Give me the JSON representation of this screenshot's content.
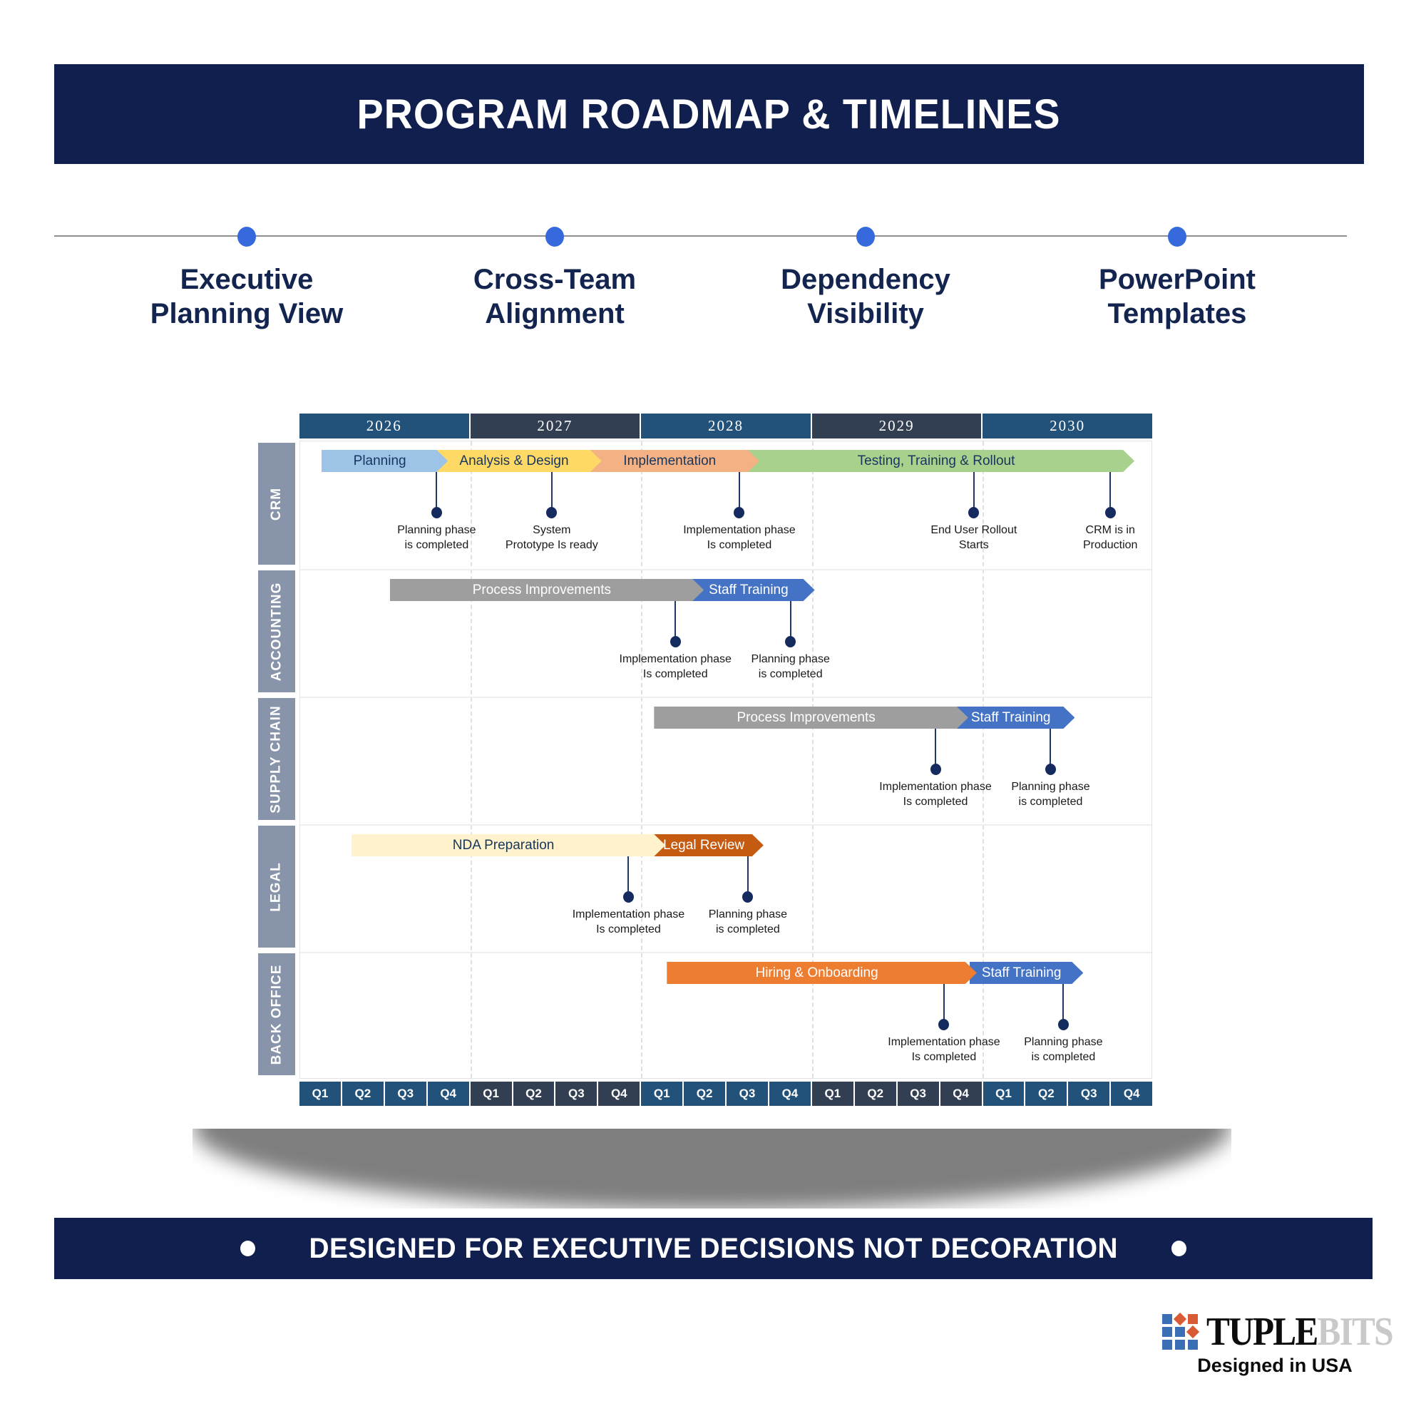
{
  "title": "PROGRAM ROADMAP & TIMELINES",
  "features": [
    {
      "lines": [
        "Executive",
        "Planning View"
      ]
    },
    {
      "lines": [
        "Cross-Team",
        "Alignment"
      ]
    },
    {
      "lines": [
        "Dependency",
        "Visibility"
      ]
    },
    {
      "lines": [
        "PowerPoint",
        "Templates"
      ]
    }
  ],
  "colors": {
    "banner_navy": "#101F4E",
    "feature_dot_blue": "#3569DC",
    "year_steel_blue": "#225179",
    "year_dark_slate": "#323E51",
    "sidebar_gray_blue": "#8794AA",
    "milestone_navy": "#152A5E"
  },
  "chart_data": {
    "type": "gantt",
    "years": [
      "2026",
      "2027",
      "2028",
      "2029",
      "2030"
    ],
    "quarters": [
      "Q1",
      "Q2",
      "Q3",
      "Q4"
    ],
    "time_axis_note": "positions in quarter units, 0 = start of 2026 Q1, 20 = end of 2030 Q4",
    "rows": [
      {
        "group": "CRM",
        "bars": [
          {
            "label": "Planning",
            "start_q": 0.5,
            "end_q": 3.2,
            "fill": "#9DC3E6",
            "text_color": "#17365D"
          },
          {
            "label": "Analysis & Design",
            "start_q": 3.2,
            "end_q": 6.8,
            "fill": "#FFD966",
            "text_color": "#17365D"
          },
          {
            "label": "Implementation",
            "start_q": 6.8,
            "end_q": 10.5,
            "fill": "#F4B183",
            "text_color": "#17365D"
          },
          {
            "label": "Testing, Training & Rollout",
            "start_q": 10.5,
            "end_q": 19.3,
            "fill": "#A9D18E",
            "text_color": "#17365D"
          }
        ],
        "milestones": [
          {
            "q": 3.2,
            "lines": [
              "Planning phase",
              "is completed"
            ]
          },
          {
            "q": 5.9,
            "lines": [
              "System",
              "Prototype Is ready"
            ]
          },
          {
            "q": 10.3,
            "lines": [
              "Implementation phase",
              "Is completed"
            ]
          },
          {
            "q": 15.8,
            "lines": [
              "End User Rollout",
              "Starts"
            ]
          },
          {
            "q": 19.0,
            "lines": [
              "CRM is in",
              "Production"
            ]
          }
        ]
      },
      {
        "group": "ACCOUNTING",
        "bars": [
          {
            "label": "Process Improvements",
            "start_q": 2.1,
            "end_q": 9.2,
            "fill": "#9E9E9E",
            "text_color": "#ffffff"
          },
          {
            "label": "Staff Training",
            "start_q": 9.2,
            "end_q": 11.8,
            "fill": "#4472C4",
            "text_color": "#ffffff"
          }
        ],
        "milestones": [
          {
            "q": 8.8,
            "lines": [
              "Implementation phase",
              "Is completed"
            ]
          },
          {
            "q": 11.5,
            "lines": [
              "Planning phase",
              "is completed"
            ]
          }
        ]
      },
      {
        "group": "SUPPLY CHAIN",
        "bars": [
          {
            "label": "Process Improvements",
            "start_q": 8.3,
            "end_q": 15.4,
            "fill": "#9E9E9E",
            "text_color": "#ffffff"
          },
          {
            "label": "Staff Training",
            "start_q": 15.4,
            "end_q": 17.9,
            "fill": "#4472C4",
            "text_color": "#ffffff"
          }
        ],
        "milestones": [
          {
            "q": 14.9,
            "lines": [
              "Implementation phase",
              "Is completed"
            ]
          },
          {
            "q": 17.6,
            "lines": [
              "Planning phase",
              "is completed"
            ]
          }
        ]
      },
      {
        "group": "LEGAL",
        "bars": [
          {
            "label": "NDA Preparation",
            "start_q": 1.2,
            "end_q": 8.3,
            "fill": "#FFF2CC",
            "text_color": "#17365D"
          },
          {
            "label": "Legal Review",
            "start_q": 8.3,
            "end_q": 10.6,
            "fill": "#C55A11",
            "text_color": "#ffffff"
          }
        ],
        "milestones": [
          {
            "q": 7.7,
            "lines": [
              "Implementation phase",
              "Is completed"
            ]
          },
          {
            "q": 10.5,
            "lines": [
              "Planning phase",
              "is completed"
            ]
          }
        ]
      },
      {
        "group": "BACK OFFICE",
        "bars": [
          {
            "label": "Hiring & Onboarding",
            "start_q": 8.6,
            "end_q": 15.6,
            "fill": "#ED7D31",
            "text_color": "#ffffff"
          },
          {
            "label": "Staff Training",
            "start_q": 15.7,
            "end_q": 18.1,
            "fill": "#4472C4",
            "text_color": "#ffffff"
          }
        ],
        "milestones": [
          {
            "q": 15.1,
            "lines": [
              "Implementation phase",
              "Is completed"
            ]
          },
          {
            "q": 17.9,
            "lines": [
              "Planning phase",
              "is completed"
            ]
          }
        ]
      }
    ]
  },
  "banner": {
    "text": "DESIGNED FOR EXECUTIVE DECISIONS NOT DECORATION"
  },
  "logo": {
    "brand_primary": "TUPLE",
    "brand_secondary": "BITS",
    "tagline": "Designed in USA"
  }
}
